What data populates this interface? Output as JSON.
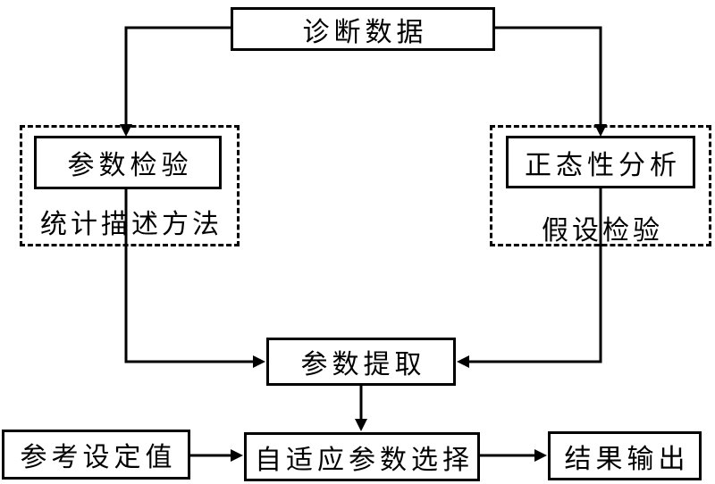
{
  "diagram": {
    "type": "flowchart",
    "colors": {
      "line": "#000000",
      "background": "#ffffff",
      "text": "#000000"
    },
    "nodes": {
      "diagnostic_data": {
        "label": "诊断数据"
      },
      "parameter_test": {
        "label": "参数检验"
      },
      "statistical_method": {
        "label": "统计描述方法"
      },
      "normality_analysis": {
        "label": "正态性分析"
      },
      "hypothesis_test": {
        "label": "假设检验"
      },
      "parameter_extraction": {
        "label": "参数提取"
      },
      "reference_value": {
        "label": "参考设定值"
      },
      "adaptive_selection": {
        "label": "自适应参数选择"
      },
      "result_output": {
        "label": "结果输出"
      }
    },
    "edges": [
      {
        "from": "诊断数据",
        "to": "参数检验"
      },
      {
        "from": "诊断数据",
        "to": "正态性分析"
      },
      {
        "from": "参数检验",
        "to": "参数提取"
      },
      {
        "from": "正态性分析",
        "to": "参数提取"
      },
      {
        "from": "参数提取",
        "to": "自适应参数选择"
      },
      {
        "from": "参考设定值",
        "to": "自适应参数选择"
      },
      {
        "from": "自适应参数选择",
        "to": "结果输出"
      }
    ]
  }
}
